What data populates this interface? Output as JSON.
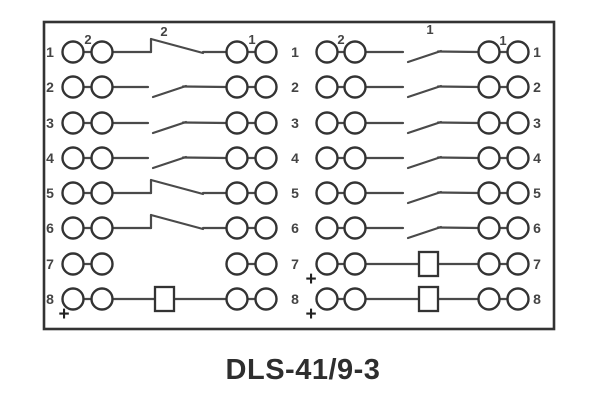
{
  "title": "DLS-41/9-3",
  "colors": {
    "line": "#4a4a4a",
    "circle": "#333333",
    "text": "#444444",
    "border": "#333333",
    "background": "#ffffff"
  },
  "diagram": {
    "kind": "relay-terminal-connection-diagram",
    "rows": [
      {
        "num": "1",
        "middle_num": "1",
        "left": {
          "connection": "switch-riser",
          "pair_label": "2",
          "switch_label": "2",
          "right_pair_label": "1"
        },
        "right": {
          "connection": "switch-gap",
          "pair_label": "2",
          "switch_label": "1",
          "right_pair_label": "1"
        }
      },
      {
        "num": "2",
        "middle_num": "2",
        "left": {
          "connection": "switch-gap"
        },
        "right": {
          "connection": "switch-gap"
        }
      },
      {
        "num": "3",
        "middle_num": "3",
        "left": {
          "connection": "switch-gap"
        },
        "right": {
          "connection": "switch-gap"
        }
      },
      {
        "num": "4",
        "middle_num": "4",
        "left": {
          "connection": "switch-gap"
        },
        "right": {
          "connection": "switch-gap"
        }
      },
      {
        "num": "5",
        "middle_num": "5",
        "left": {
          "connection": "switch-riser"
        },
        "right": {
          "connection": "switch-gap"
        }
      },
      {
        "num": "6",
        "middle_num": "6",
        "left": {
          "connection": "switch-riser"
        },
        "right": {
          "connection": "switch-gap"
        }
      },
      {
        "num": "7",
        "middle_num": "7",
        "left": {
          "connection": "none"
        },
        "right": {
          "connection": "resistor",
          "plus": true
        }
      },
      {
        "num": "8",
        "middle_num": "8",
        "left": {
          "connection": "resistor",
          "plus": true
        },
        "right": {
          "connection": "resistor",
          "plus": true
        }
      }
    ],
    "plus_symbol": "+"
  }
}
